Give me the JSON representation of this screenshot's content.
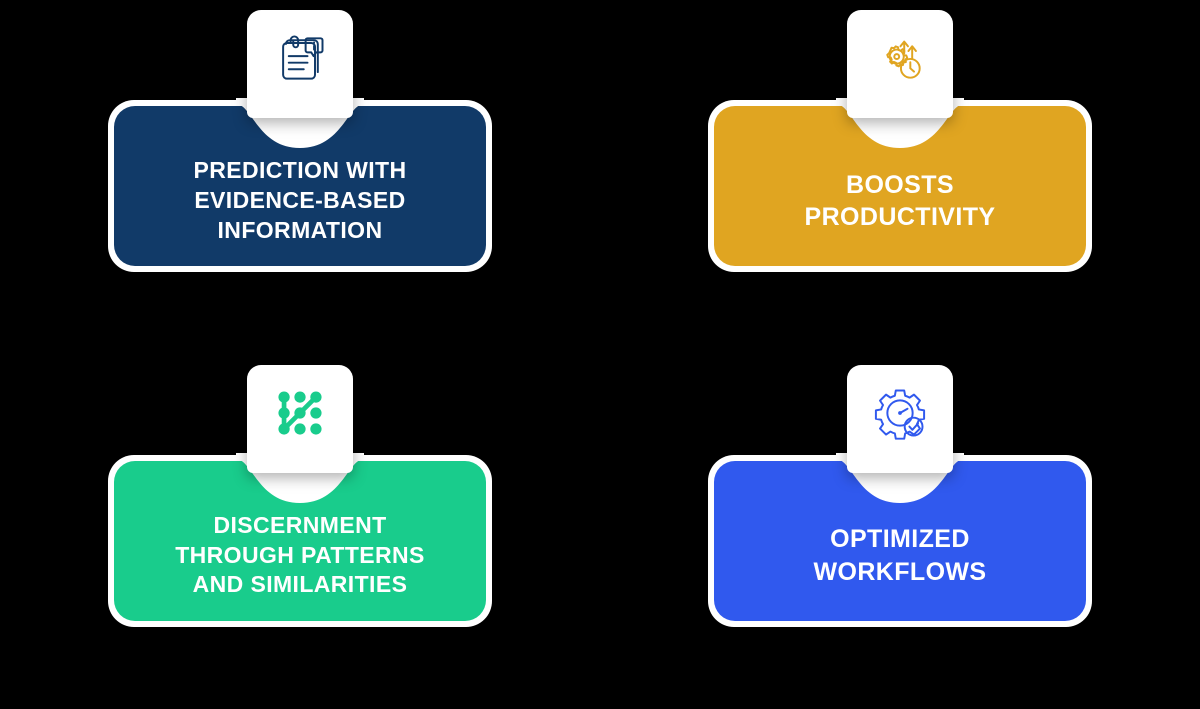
{
  "background_color": "#000000",
  "layout": {
    "columns": 2,
    "rows": 2
  },
  "cards": [
    {
      "title": "PREDICTION WITH\nEVIDENCE-BASED\nINFORMATION",
      "color": "#113A68",
      "icon": "clipboard-info-icon",
      "icon_color": "#113A68",
      "position": "top-left"
    },
    {
      "title": "BOOSTS\nPRODUCTIVITY",
      "color": "#E0A521",
      "icon": "gear-growth-clock-icon",
      "icon_color": "#E0A521",
      "position": "top-right"
    },
    {
      "title": "DISCERNMENT\nTHROUGH PATTERNS\nAND SIMILARITIES",
      "color": "#19CC8C",
      "icon": "pattern-dots-icon",
      "icon_color": "#19CC8C",
      "position": "bottom-left"
    },
    {
      "title": "OPTIMIZED\nWORKFLOWS",
      "color": "#3059EE",
      "icon": "gear-gauge-check-icon",
      "icon_color": "#3059EE",
      "position": "bottom-right"
    }
  ]
}
